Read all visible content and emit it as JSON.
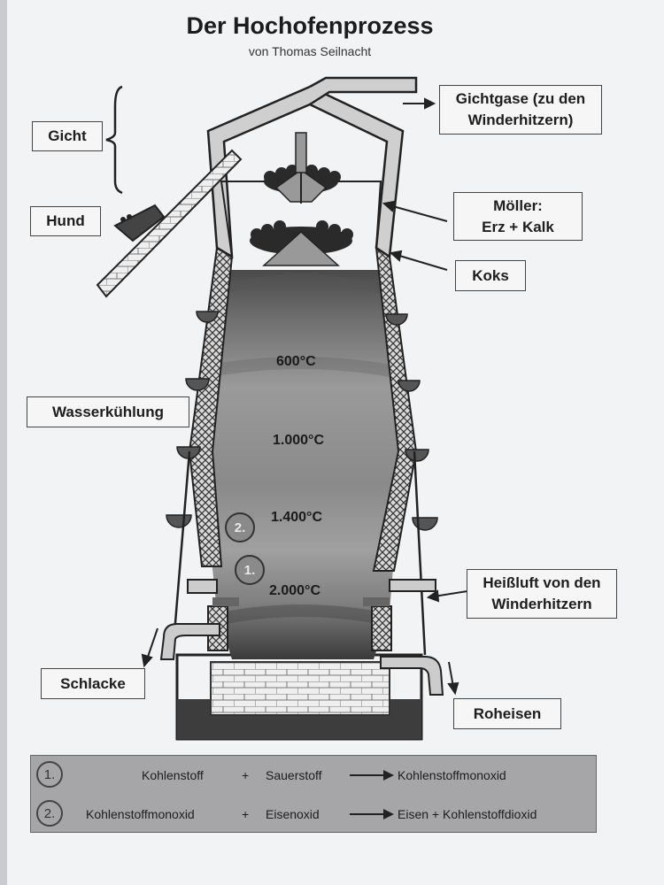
{
  "title": "Der Hochofenprozess",
  "subtitle": "von Thomas Seilnacht",
  "labels": {
    "gicht": "Gicht",
    "hund": "Hund",
    "gichtgase_1": "Gichtgase (zu den",
    "gichtgase_2": "Winderhitzern)",
    "moeller_1": "Möller:",
    "moeller_2": "Erz + Kalk",
    "koks": "Koks",
    "wasserkuehlung": "Wasserkühlung",
    "heissluft_1": "Heißluft von den",
    "heissluft_2": "Winderhitzern",
    "schlacke": "Schlacke",
    "roheisen": "Roheisen"
  },
  "temperatures": [
    "600°C",
    "1.000°C",
    "1.400°C",
    "2.000°C"
  ],
  "zone_markers": [
    "2.",
    "1."
  ],
  "legend": [
    {
      "num": "1.",
      "a": "Kohlenstoff",
      "plus": "+",
      "b": "Sauerstoff",
      "c": "Kohlenstoffmonoxid"
    },
    {
      "num": "2.",
      "a": "Kohlenstoffmonoxid",
      "plus": "+",
      "b": "Eisenoxid",
      "c": "Eisen + Kohlenstoffdioxid"
    }
  ],
  "colors": {
    "paper": "#f2f3f5",
    "legend_bg": "#a6a6a8",
    "ink": "#1d1d1d"
  }
}
